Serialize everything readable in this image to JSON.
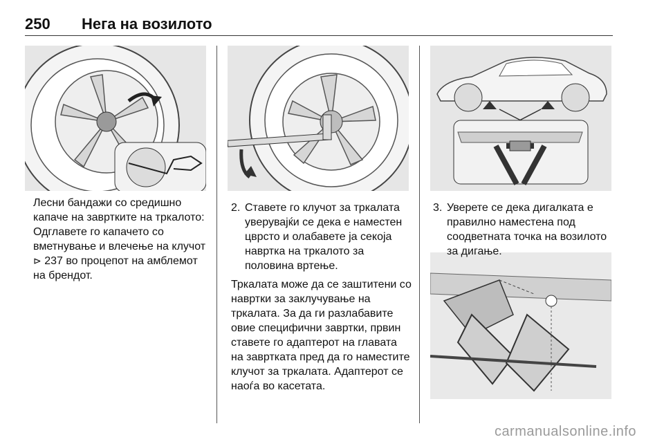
{
  "header": {
    "page_number": "250",
    "title": "Нега на возилото"
  },
  "col1": {
    "text": "Лесни бандажи со средишно капаче на завртките на тркалото: Одглавете го капачето со вметнување и влечење на клучот",
    "ref_icon": "arrow-ref-icon",
    "ref_glyph": "⊳",
    "ref_text": "237 во процепот на амблемот на брендот."
  },
  "col2": {
    "step_num": "2.",
    "step_text": "Ставете го клучот за тркалата уверувајќи се дека е наместен цврсто и олабавете ја секоја навртка на тркалото за половина вртење.",
    "note": "Тркалата може да се заштитени со навртки за заклучување на тркалата. За да ги разлабавите овие специфични завртки, првин ставете го адаптерот на главата на завртката пред да го наместите клучот за тркалата. Адаптерот се наоѓа во касетата."
  },
  "col3": {
    "step_num": "3.",
    "step_text": "Уверете се дека дигалката е правилно наместена под соодветната точка на возилото за дигање."
  },
  "watermark": "carmanualsonline.info",
  "colors": {
    "figure_bg": "#e6e6e6",
    "rule": "#333333",
    "watermark": "#9a9a9a"
  },
  "figures": [
    {
      "name": "wheel-cap-removal-figure",
      "icon": "wheel-icon"
    },
    {
      "name": "wheel-wrench-figure",
      "icon": "wrench-icon"
    },
    {
      "name": "car-jack-points-figure",
      "icon": "car-icon"
    },
    {
      "name": "jack-placement-figure",
      "icon": "jack-icon"
    }
  ]
}
